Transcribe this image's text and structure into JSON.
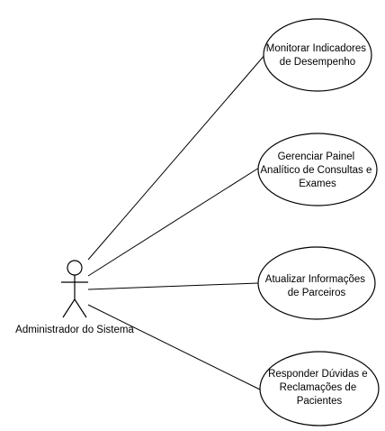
{
  "actor": {
    "name": "Administrador do Sistema"
  },
  "use_cases": [
    {
      "id": "uc1",
      "lines": [
        "Monitorar Indicadores",
        "de Desempenho"
      ]
    },
    {
      "id": "uc2",
      "lines": [
        "Gerenciar Painel",
        "Analítico de Consultas e",
        "Exames"
      ]
    },
    {
      "id": "uc3",
      "lines": [
        "Atualizar Informações",
        "de Parceiros"
      ]
    },
    {
      "id": "uc4",
      "lines": [
        "Responder Dúvidas e",
        "Reclamações de",
        "Pacientes"
      ]
    }
  ],
  "colors": {
    "stroke": "#000000",
    "fill": "#ffffff",
    "text": "#000000"
  }
}
